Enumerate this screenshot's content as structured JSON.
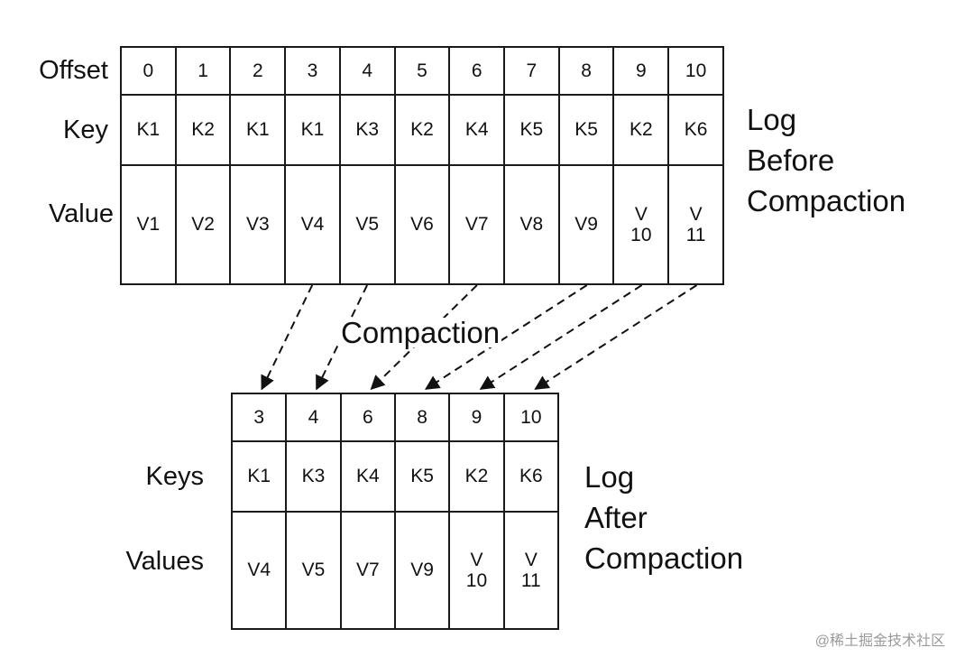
{
  "before": {
    "labels": {
      "offset": "Offset",
      "key": "Key",
      "value": "Value"
    },
    "offsets": [
      "0",
      "1",
      "2",
      "3",
      "4",
      "5",
      "6",
      "7",
      "8",
      "9",
      "10"
    ],
    "keys": [
      "K1",
      "K2",
      "K1",
      "K1",
      "K3",
      "K2",
      "K4",
      "K5",
      "K5",
      "K2",
      "K6"
    ],
    "values": [
      "V1",
      "V2",
      "V3",
      "V4",
      "V5",
      "V6",
      "V7",
      "V8",
      "V9",
      "V\n10",
      "V\n11"
    ],
    "caption": [
      "Log",
      "Before",
      "Compaction"
    ]
  },
  "after": {
    "labels": {
      "keys": "Keys",
      "values": "Values"
    },
    "offsets": [
      "3",
      "4",
      "6",
      "8",
      "9",
      "10"
    ],
    "keys": [
      "K1",
      "K3",
      "K4",
      "K5",
      "K2",
      "K6"
    ],
    "values": [
      "V4",
      "V5",
      "V7",
      "V9",
      "V\n10",
      "V\n11"
    ],
    "caption": [
      "Log",
      "After",
      "Compaction"
    ]
  },
  "process_label": "Compaction",
  "arrows_from_offsets": [
    3,
    4,
    6,
    8,
    9,
    10
  ],
  "watermark": "@稀土掘金技术社区"
}
